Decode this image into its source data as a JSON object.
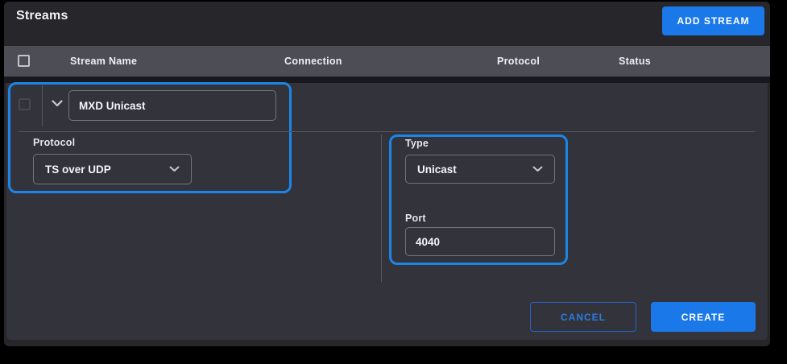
{
  "page": {
    "title": "Streams"
  },
  "toolbar": {
    "add_stream_label": "ADD STREAM"
  },
  "table": {
    "headers": [
      "Stream Name",
      "Connection",
      "Protocol",
      "Status"
    ]
  },
  "row": {
    "stream_name_value": "MXD Unicast"
  },
  "form": {
    "protocol": {
      "label": "Protocol",
      "value": "TS over UDP"
    },
    "type": {
      "label": "Type",
      "value": "Unicast"
    },
    "port": {
      "label": "Port",
      "value": "4040"
    }
  },
  "footer": {
    "cancel_label": "CANCEL",
    "create_label": "CREATE"
  },
  "icons": {
    "row_expand": "chevron-down-icon",
    "protocol_dropdown": "chevron-down-icon",
    "type_dropdown": "chevron-down-icon"
  },
  "colors": {
    "accent_blue": "#1a78e8",
    "highlight_border": "#1c86e8",
    "panel_bg": "#26262b",
    "card_bg": "#32333b",
    "table_header_bg": "#4c4d55"
  }
}
